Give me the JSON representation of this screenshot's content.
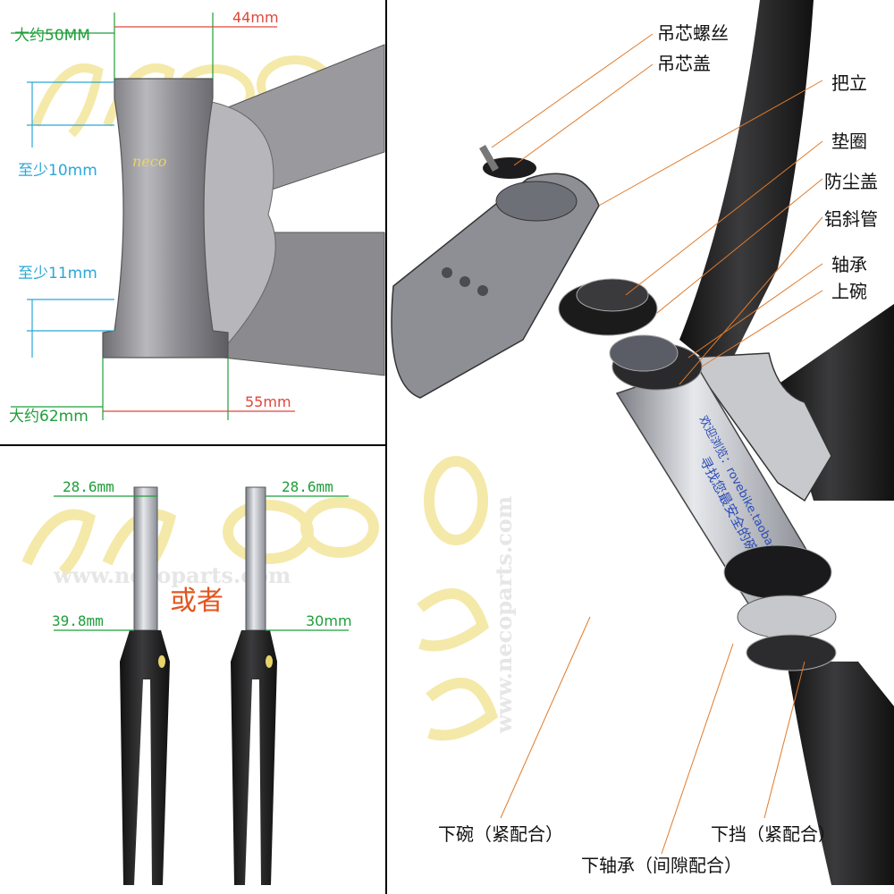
{
  "panels": {
    "headtube": {
      "top_width_label": "大约50MM",
      "top_diameter": "44mm",
      "upper_min": "至少10mm",
      "lower_min": "至少11mm",
      "bottom_width_label": "大约62mm",
      "bottom_diameter": "55mm",
      "logo_text": "neco"
    },
    "forks": {
      "left_top": "28.6mm",
      "right_top": "28.6mm",
      "left_bottom": "39.8mm",
      "right_bottom": "30mm",
      "or_label": "或者",
      "watermark_logo": "neco",
      "watermark_url": "www.necoparts.com"
    },
    "exploded": {
      "callouts": [
        "吊芯螺丝",
        "吊芯盖",
        "把立",
        "垫圈",
        "防尘盖",
        "铝斜管",
        "轴承",
        "上碗"
      ],
      "bottom_callouts": [
        "下碗（紧配合）",
        "下挡（紧配合）",
        "下轴承（间隙配合）"
      ],
      "tube_text_1": "欢迎浏览：rovebike.taobao.com",
      "tube_text_2": "寻找您最安全的碗组",
      "watermark_url": "www.necoparts.com"
    }
  },
  "colors": {
    "dimension_green": "#1f9e3a",
    "dimension_cyan": "#2aa7d8",
    "dimension_red": "#e0463a",
    "callout_orange": "#e07a2a",
    "or_label": "#e2551e",
    "watermark_yellow": "#f3e7a0"
  }
}
